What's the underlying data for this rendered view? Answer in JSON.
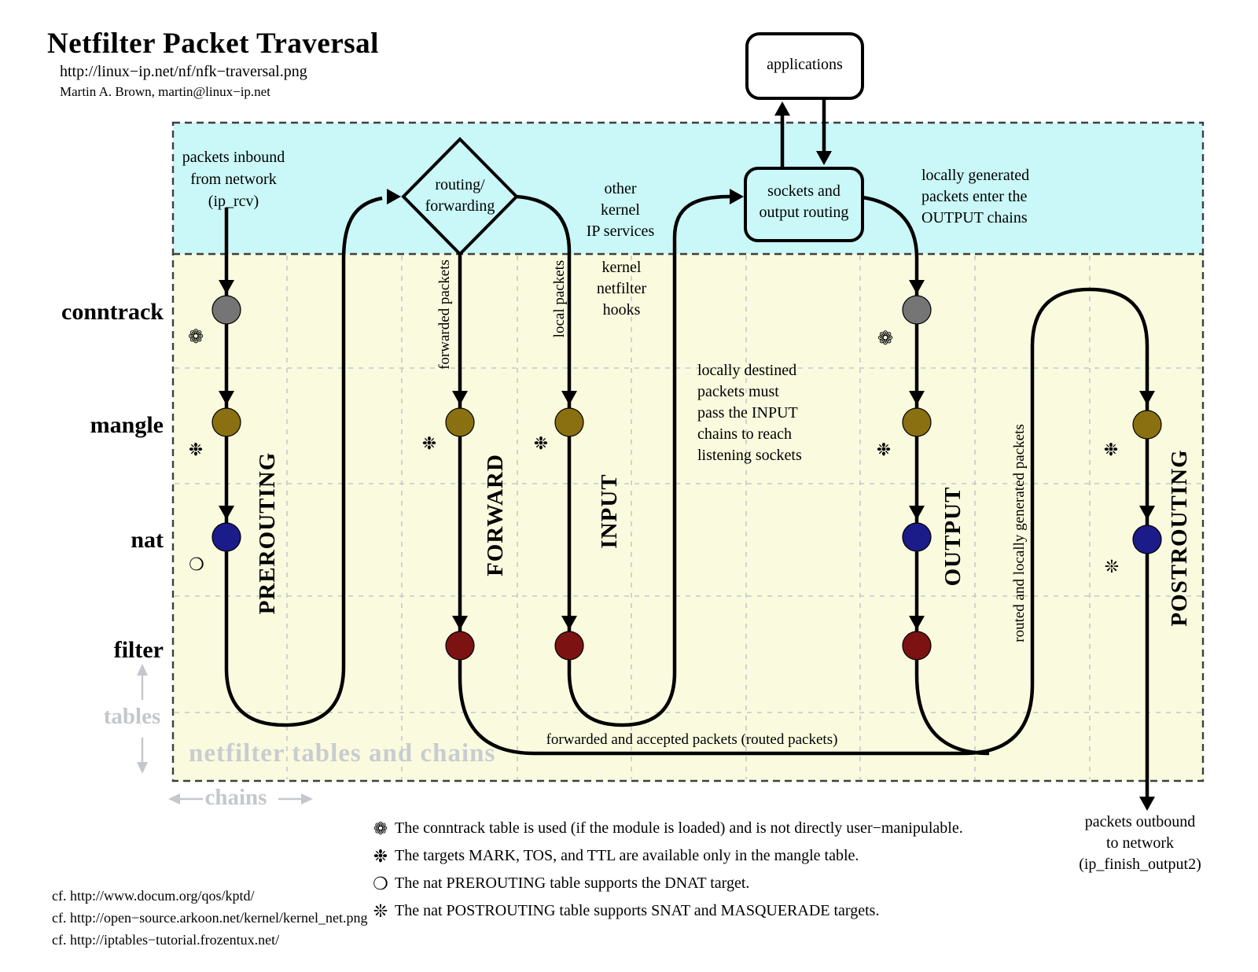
{
  "header": {
    "title": "Netfilter Packet Traversal",
    "url": "http://linux−ip.net/nf/nfk−traversal.png",
    "author": "Martin A. Brown, martin@linux−ip.net"
  },
  "colors": {
    "kernel_band": "#CAF7F7",
    "netfilter_band": "#FAFADE",
    "conntrack_dot": "#757575",
    "mangle_dot": "#8A7010",
    "nat_dot": "#1B1B8A",
    "filter_dot": "#7D1212",
    "gridline": "#C5C8CC",
    "muted_text": "#C4C7CB"
  },
  "boxes": {
    "applications": "applications",
    "sockets": [
      "sockets and",
      "output routing"
    ],
    "routing": [
      "routing/",
      "forwarding"
    ]
  },
  "annotations": {
    "packets_inbound": [
      "packets inbound",
      "from network",
      "(ip_rcv)"
    ],
    "other_kernel": [
      "other",
      "kernel",
      "IP services"
    ],
    "kernel_hooks": [
      "kernel",
      "netfilter",
      "hooks"
    ],
    "locally_generated": [
      "locally generated",
      "packets enter the",
      "OUTPUT chains"
    ],
    "locally_destined": [
      "locally destined",
      "packets must",
      "pass the INPUT",
      "chains to reach",
      "listening sockets"
    ],
    "forwarded_packets": "forwarded packets",
    "local_packets": "local packets",
    "routed_local": "routed and locally generated packets",
    "forwarded_accepted": "forwarded and accepted packets (routed packets)",
    "packets_outbound": [
      "packets outbound",
      "to network",
      "(ip_finish_output2)"
    ]
  },
  "tables_axis": {
    "rows": [
      "conntrack",
      "mangle",
      "nat",
      "filter"
    ],
    "axis_label": "tables",
    "watermark": "netfilter tables and chains",
    "chains_axis_label": "chains"
  },
  "chains": [
    "PREROUTING",
    "FORWARD",
    "INPUT",
    "OUTPUT",
    "POSTROUTING"
  ],
  "symbols": {
    "conntrack": "❁",
    "mangle": "❉",
    "nat_prerouting": "❍",
    "nat_postrouting": "❊"
  },
  "legend": [
    {
      "glyph": "❁",
      "text": "The conntrack table is used (if the module is loaded) and is not directly user−manipulable."
    },
    {
      "glyph": "❉",
      "text": "The targets MARK, TOS, and TTL are available only in the mangle table."
    },
    {
      "glyph": "❍",
      "text": "The nat PREROUTING table supports the DNAT target."
    },
    {
      "glyph": "❊",
      "text": "The nat POSTROUTING table supports SNAT and MASQUERADE targets."
    }
  ],
  "references": [
    "cf.  http://www.docum.org/qos/kptd/",
    "cf.  http://open−source.arkoon.net/kernel/kernel_net.png",
    "cf.  http://iptables−tutorial.frozentux.net/"
  ]
}
